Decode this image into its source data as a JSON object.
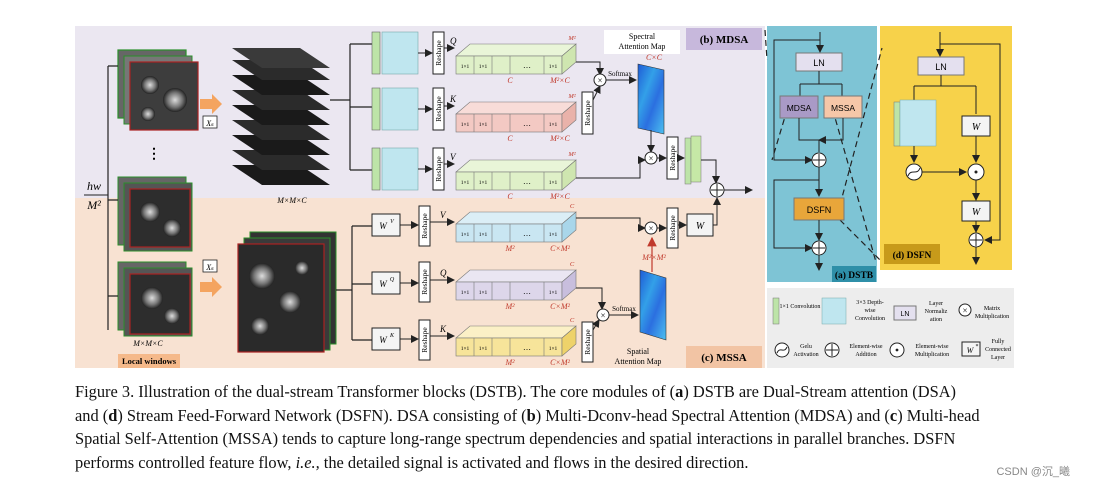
{
  "panels": {
    "mdsa_tag": "(b) MDSA",
    "mssa_tag": "(c) MSSA",
    "dstb_tag": "(a) DSTB",
    "dsfn_tag": "(d) DSFN"
  },
  "left": {
    "hw_num": "hw",
    "hw_den": "M²",
    "xs": "Xₛ",
    "xs2": "Xₛ",
    "dims_stack": "M×M×C",
    "dims_stack2": "M×M×C",
    "local_windows": "Local windows"
  },
  "mdsa": {
    "reshape": "Reshape",
    "q": "Q",
    "k": "K",
    "v": "V",
    "one_by_one": "1×1",
    "c": "C",
    "m2c": "M²×C",
    "softmax": "Softmax",
    "spectral_map_l1": "Spectral",
    "spectral_map_l2": "Attention Map",
    "cxc": "C×C"
  },
  "mssa": {
    "wv": "W",
    "wv_sup": "V",
    "wq": "W",
    "wq_sup": "Q",
    "wk": "W",
    "wk_sup": "K",
    "reshape": "Reshape",
    "v": "V",
    "q": "Q",
    "k": "K",
    "m2": "M²",
    "cxm2": "C×M²",
    "m2xm2": "M²×M²",
    "softmax": "Softmax",
    "spatial_map_l1": "Spatial",
    "spatial_map_l2": "Attention Map",
    "w": "W"
  },
  "dstb": {
    "ln": "LN",
    "mdsa": "MDSA",
    "mssa": "MSSA",
    "dsfn": "DSFN"
  },
  "dsfn": {
    "ln": "LN",
    "w1": "W",
    "w2": "W"
  },
  "legend": {
    "conv1x1": "1×1 Convolution",
    "dwconv_l1": "3×3 Depth-",
    "dwconv_l2": "wise",
    "dwconv_l3": "Convolution",
    "ln": "LN",
    "ln_desc_l1": "Layer",
    "ln_desc_l2": "Normaliz",
    "ln_desc_l3": "ation",
    "matmul_l1": "Matrix",
    "matmul_l2": "Multiplication",
    "gelu_l1": "Gelu",
    "gelu_l2": "Activation",
    "eadd_l1": "Element-wise",
    "eadd_l2": "Addition",
    "emul_l1": "Element-wise",
    "emul_l2": "Multiplication",
    "fc_sym": "W",
    "fc_sup": "*",
    "fc_l1": "Fully",
    "fc_l2": "Connected",
    "fc_l3": "Layer"
  },
  "caption": {
    "p1": "Figure 3. Illustration of the dual-stream Transformer blocks (DSTB). The core modules of (",
    "a": "a",
    "p2": ") DSTB are Dual-Stream attention (DSA)",
    "p3": "and (",
    "d": "d",
    "p4": ") Stream Feed-Forward Network (DSFN). DSA consisting of (",
    "b": "b",
    "p5": ") Multi-Dconv-head Spectral Attention (MDSA) and (",
    "c": "c",
    "p6": ") Multi-head",
    "p7": "Spatial Self-Attention (MSSA) tends to capture long-range spectrum dependencies and spatial interactions in parallel branches.  DSFN",
    "p8": "performs controlled feature flow, ",
    "ie": "i.e.,",
    "p9": " the detailed signal is activated and flows in the desired direction."
  },
  "watermark": "CSDN @沉_曦"
}
